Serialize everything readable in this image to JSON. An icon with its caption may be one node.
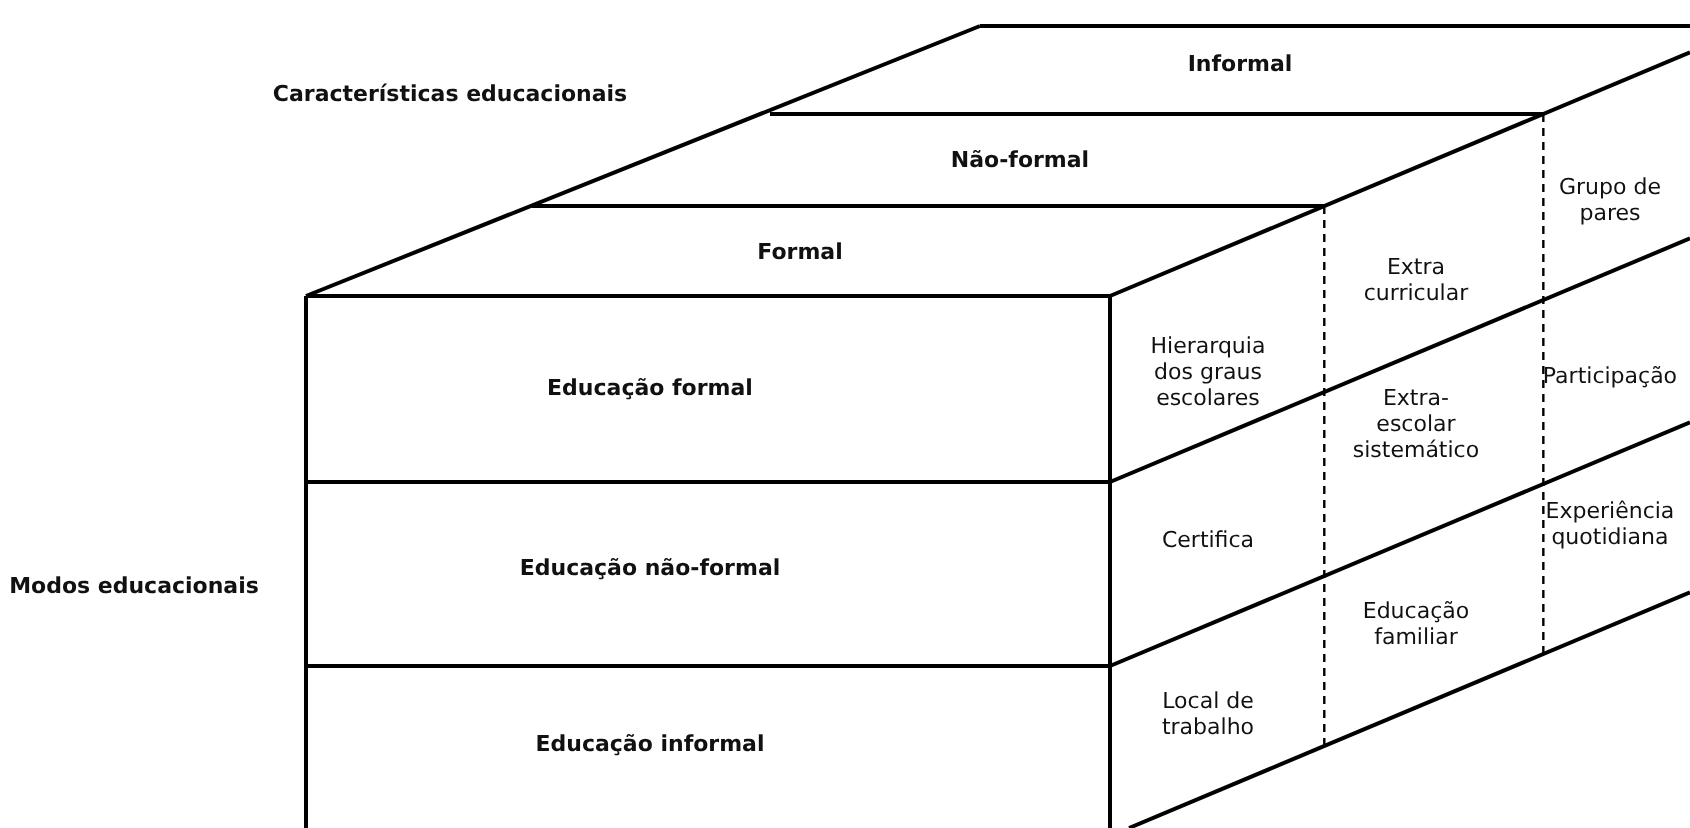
{
  "diagram": {
    "nodes": [
      {
        "text": [
          "Informal"
        ]
      },
      {
        "text": [
          "Não-formal"
        ]
      },
      {
        "text": [
          "Formal"
        ]
      },
      {
        "text": [
          "Educação formal"
        ]
      },
      {
        "text": [
          "Educação não-formal"
        ]
      },
      {
        "text": [
          "Educação informal"
        ]
      },
      {
        "text": [
          "Hierarquia dos graus escolares"
        ]
      },
      {
        "text": [
          "Extra curricular"
        ]
      },
      {
        "text": [
          "Grupo de pares"
        ]
      },
      {
        "text": [
          "Certifica"
        ]
      },
      {
        "text": [
          "Extra-escolar sistemático"
        ]
      },
      {
        "text": [
          "Participação"
        ]
      },
      {
        "text": [
          "Local de trabalho"
        ]
      },
      {
        "text": [
          "Educação familiar"
        ]
      },
      {
        "text": [
          "Experiência quotidiana"
        ]
      }
    ],
    "labels": [
      "Características educacionais",
      "Modos educacionais"
    ]
  }
}
